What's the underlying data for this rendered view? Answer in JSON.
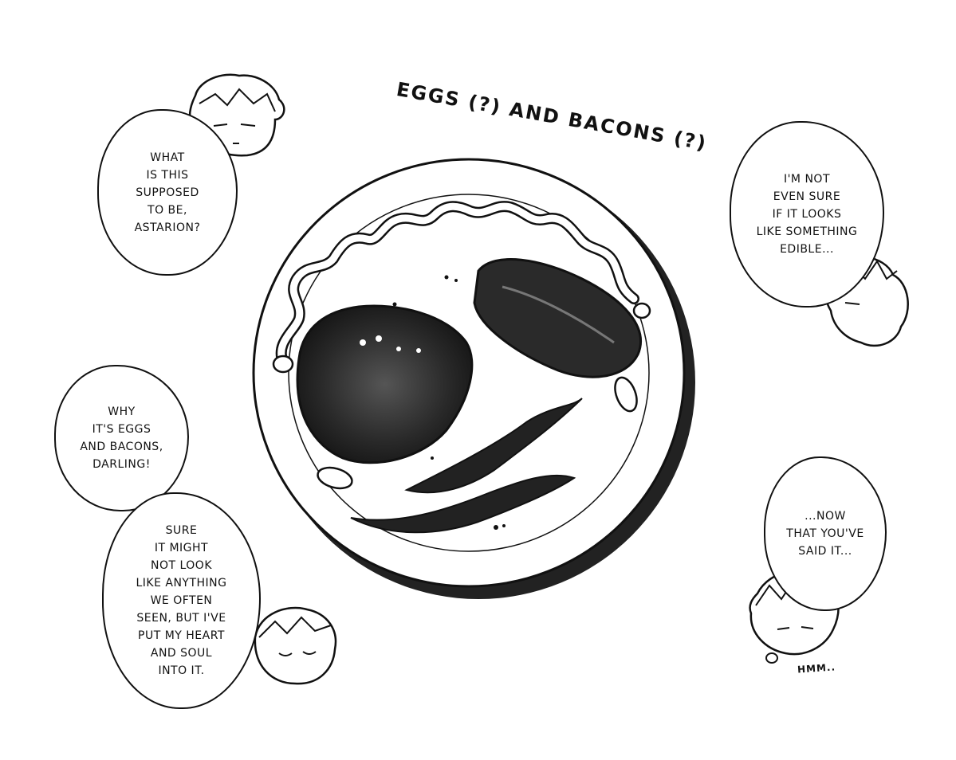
{
  "title": "EGGS (?) AND BACONS (?)",
  "bubbles": {
    "top_left": "WHAT\nIS THIS\nSUPPOSED\nTO BE,\nASTARION?",
    "top_right": "I'M NOT\nEVEN SURE\nIF IT LOOKS\nLIKE SOMETHING\nEDIBLE...",
    "mid_left": "WHY\nIT'S EGGS\nAND BACONS,\nDARLING!",
    "bottom_left": "SURE\nIT MIGHT\nNOT LOOK\nLIKE ANYTHING\nWE OFTEN\nSEEN, BUT I'VE\nPUT MY HEART\nAND SOUL\nINTO IT.",
    "bottom_right": "...NOW\nTHAT YOU'VE\nSAID IT..."
  },
  "sfx": "HMM.."
}
